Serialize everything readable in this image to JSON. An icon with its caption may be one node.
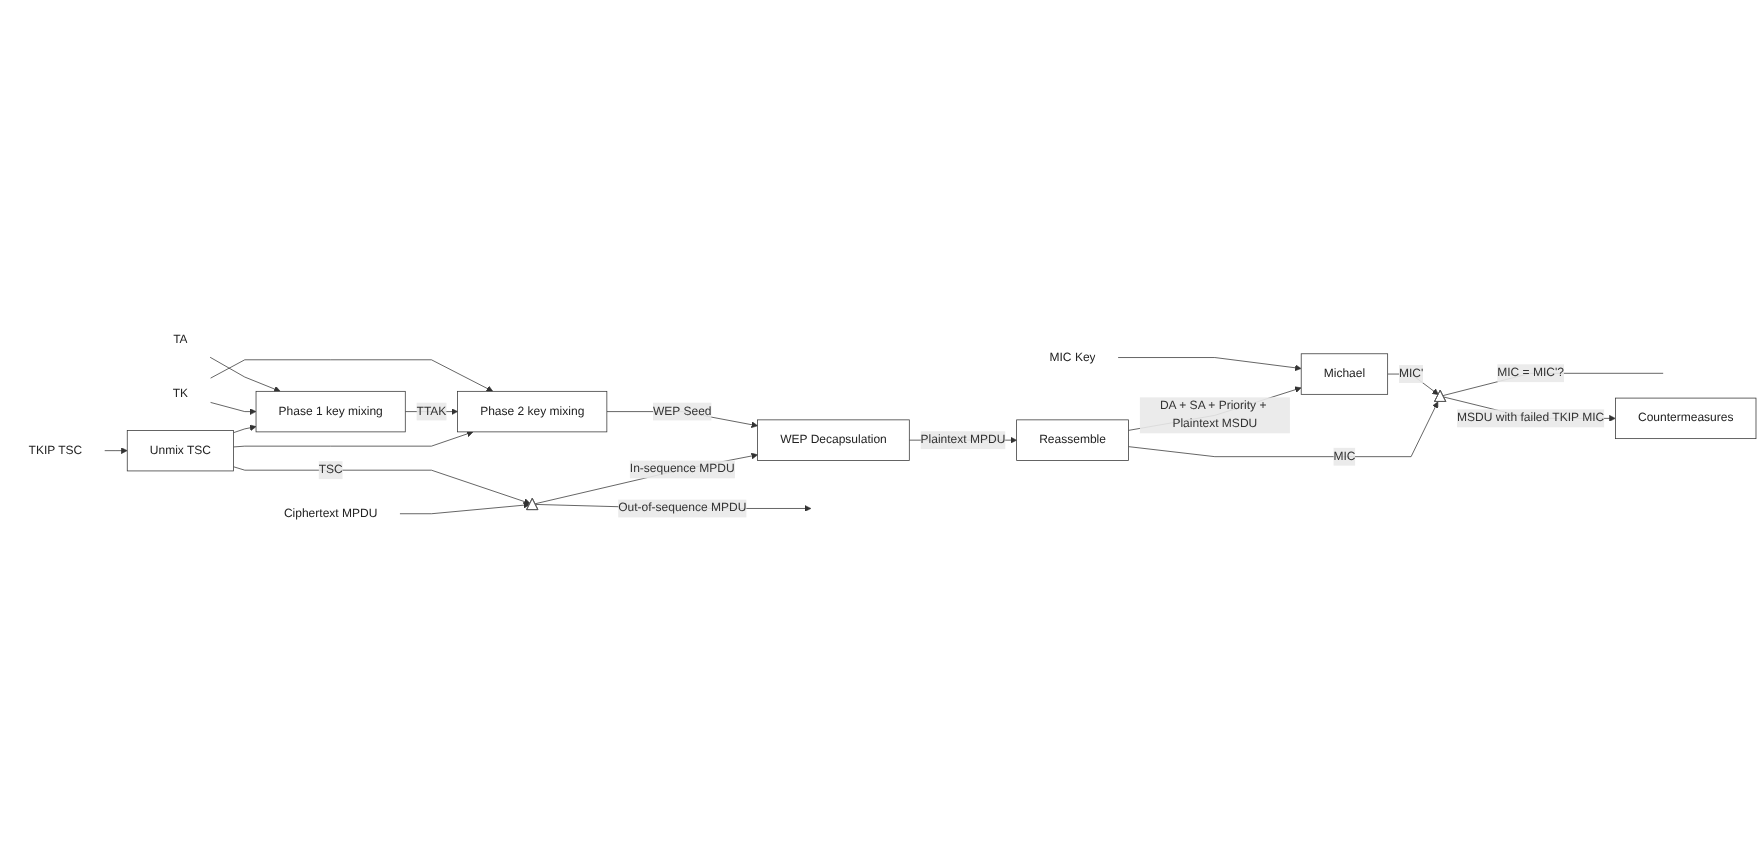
{
  "diagram": {
    "nodes": [
      {
        "text": [
          "MIC Key"
        ]
      },
      {
        "text": [
          "TA"
        ]
      },
      {
        "text": [
          "TK"
        ]
      },
      {
        "text": [
          "Phase 1 key mixing"
        ]
      },
      {
        "text": [
          "Phase 2 key mixing"
        ]
      },
      {
        "text": [
          "TKIP TSC"
        ]
      },
      {
        "text": [
          "Unmix TSC"
        ]
      },
      {
        "text": [
          "WEP Decapsulation"
        ]
      },
      {
        "text": [
          "Reassemble"
        ]
      },
      {
        "text": [
          "Michael"
        ]
      },
      {
        "text": [
          "Ciphertext MPDU"
        ]
      },
      {
        "text": [],
        "shape": "triangle"
      },
      {
        "text": [],
        "shape": "triangle"
      },
      {
        "text": [
          "Countermeasures"
        ]
      }
    ],
    "edges": [
      {
        "from": 0,
        "to": 9,
        "arrow": "to"
      },
      {
        "from": 1,
        "to": 3,
        "arrow": "to"
      },
      {
        "from": 2,
        "to": 3,
        "arrow": "to"
      },
      {
        "from": 2,
        "to": 4,
        "arrow": "to"
      },
      {
        "from": 3,
        "to": 4,
        "label": "TTAK",
        "arrow": "to"
      },
      {
        "from": 5,
        "to": 6,
        "arrow": "to"
      },
      {
        "from": 6,
        "to": 11,
        "label": "TSC",
        "arrow": "to"
      },
      {
        "from": 6,
        "to": 3,
        "arrow": "to"
      },
      {
        "from": 6,
        "to": 4,
        "arrow": "to"
      },
      {
        "from": 4,
        "to": 7,
        "label": "WEP Seed",
        "arrow": "to"
      },
      {
        "from": 10,
        "to": 11,
        "arrow": "to"
      },
      {
        "from": 11,
        "to": 7,
        "label": "In-sequence MPDU",
        "arrow": "to"
      },
      {
        "from": 11,
        "to": null,
        "label": "Out-of-sequence MPDU",
        "arrow": "to"
      },
      {
        "from": 7,
        "to": 8,
        "label": "Plaintext MPDU",
        "arrow": "to"
      },
      {
        "from": 8,
        "to": 9,
        "label": "DA + SA + Priority + Plaintext MSDU",
        "arrow": "to"
      },
      {
        "from": 9,
        "to": 12,
        "label": "MIC'",
        "arrow": "to"
      },
      {
        "from": 8,
        "to": 12,
        "label": "MIC",
        "arrow": "to"
      },
      {
        "from": 12,
        "to": null,
        "label": "MIC = MIC'?",
        "arrow": "none"
      },
      {
        "from": 12,
        "to": 13,
        "label": "MSDU with failed TKIP MIC",
        "arrow": "to"
      }
    ]
  }
}
